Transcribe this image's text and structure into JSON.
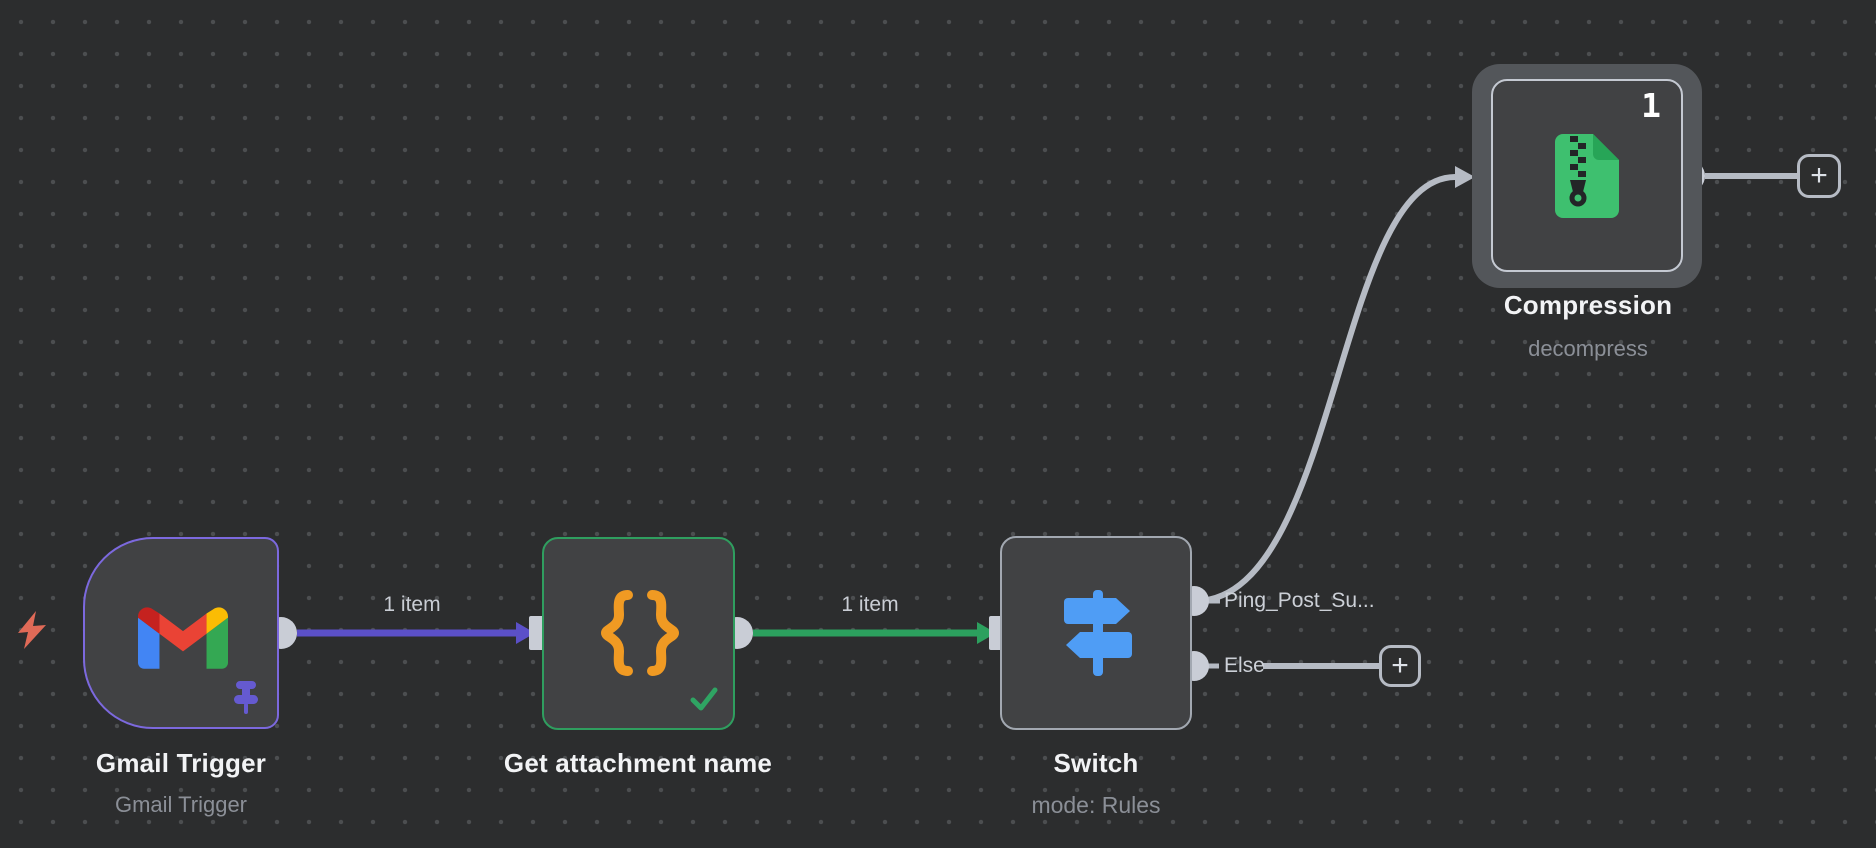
{
  "workflow": {
    "nodes": {
      "gmail": {
        "title": "Gmail Trigger",
        "subtitle": "Gmail Trigger"
      },
      "code": {
        "title": "Get attachment name"
      },
      "switch": {
        "title": "Switch",
        "subtitle": "mode: Rules",
        "outputs": {
          "first": "Ping_Post_Su...",
          "second": "Else"
        }
      },
      "compression": {
        "title": "Compression",
        "subtitle": "decompress",
        "items_count": "1"
      }
    },
    "edge_labels": {
      "gmail_to_code": "1 item",
      "code_to_switch": "1 item"
    },
    "plus_label": "+",
    "icons": {
      "gmail-icon": "gmail multicolor M logo",
      "pin-icon": "purple pushpin (pinned data)",
      "lightning-icon": "salmon instant-trigger bolt",
      "code-braces-icon": "orange curly braces",
      "success-check-icon": "green checkmark",
      "signpost-icon": "blue switch signpost",
      "zip-file-icon": "green zipped document",
      "plus-icon": "add next node"
    },
    "colors": {
      "canvas_bg": "#2c2d2e",
      "grid_dot": "#4c4e50",
      "node_fill": "#414244",
      "gmail_border": "#7c69de",
      "code_border": "#2f9e5f",
      "gray_border": "#a2a8b1",
      "selected_halo": "#53565a",
      "purple_connection": "#5b50c8",
      "green_connection": "#2ca05e",
      "gray_connection": "#b6bbc4",
      "port_fill": "#c9cdd6",
      "brace_orange": "#f09a23",
      "signpost_blue": "#4f9df5",
      "zip_green": "#3ec06f",
      "bolt_salmon": "#e06a57"
    }
  }
}
